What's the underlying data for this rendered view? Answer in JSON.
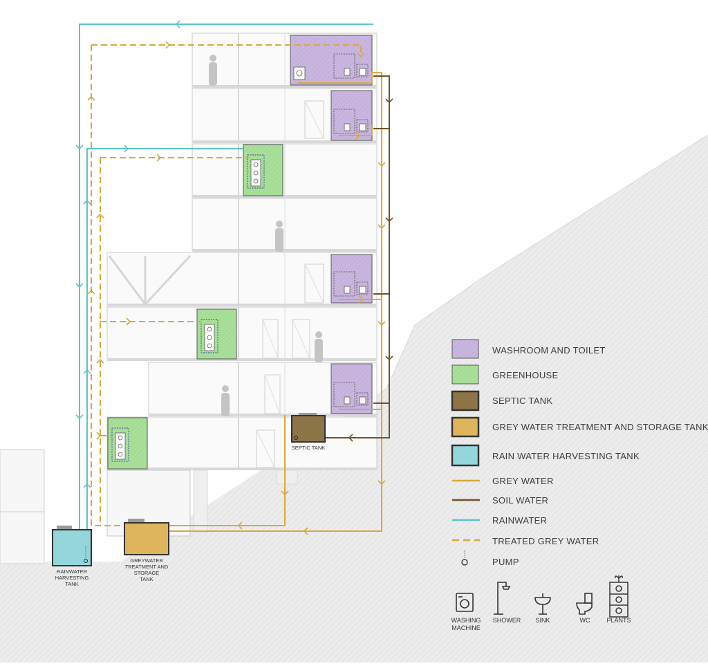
{
  "colors": {
    "washroom": "#c9b6df",
    "greenhouse": "#a9df9a",
    "septic": "#8e7548",
    "grey_tank": "#deb55d",
    "rain_tank": "#95d6dd",
    "grey_water": "#d8a93b",
    "soil_water": "#6e5228",
    "rainwater": "#58c4cc",
    "treated": "#d8a93b",
    "ground": "#e9e9e9",
    "building_line": "#c9c9c9"
  },
  "tanks": {
    "septic_label": "SEPTIC TANK",
    "greywater_label": [
      "GREYWATER",
      "TREATMENT AND",
      "STORAGE",
      "TANK"
    ],
    "rainwater_label": [
      "RAINWATER",
      "HARVESTING",
      "TANK"
    ]
  },
  "legend": {
    "items": [
      {
        "type": "box",
        "key": "washroom",
        "label": "WASHROOM AND TOILET"
      },
      {
        "type": "box",
        "key": "greenhouse",
        "label": "GREENHOUSE"
      },
      {
        "type": "box",
        "key": "septic",
        "label": "SEPTIC TANK"
      },
      {
        "type": "box",
        "key": "grey_tank",
        "label": "GREY WATER TREATMENT AND STORAGE TANK"
      },
      {
        "type": "box",
        "key": "rain_tank",
        "label": "RAIN WATER HARVESTING TANK"
      },
      {
        "type": "line",
        "key": "grey_water",
        "label": "GREY WATER"
      },
      {
        "type": "line",
        "key": "soil_water",
        "label": "SOIL WATER"
      },
      {
        "type": "line",
        "key": "rainwater",
        "label": "RAINWATER"
      },
      {
        "type": "dash",
        "key": "treated",
        "label": "TREATED GREY WATER"
      },
      {
        "type": "pump",
        "key": "pump",
        "label": "PUMP"
      }
    ]
  },
  "icons": [
    {
      "name": "washing-machine-icon",
      "label": [
        "WASHING",
        "MACHINE"
      ]
    },
    {
      "name": "shower-icon",
      "label": [
        "SHOWER"
      ]
    },
    {
      "name": "sink-icon",
      "label": [
        "SINK"
      ]
    },
    {
      "name": "wc-icon",
      "label": [
        "WC"
      ]
    },
    {
      "name": "plants-icon",
      "label": [
        "PLANTS"
      ]
    }
  ]
}
